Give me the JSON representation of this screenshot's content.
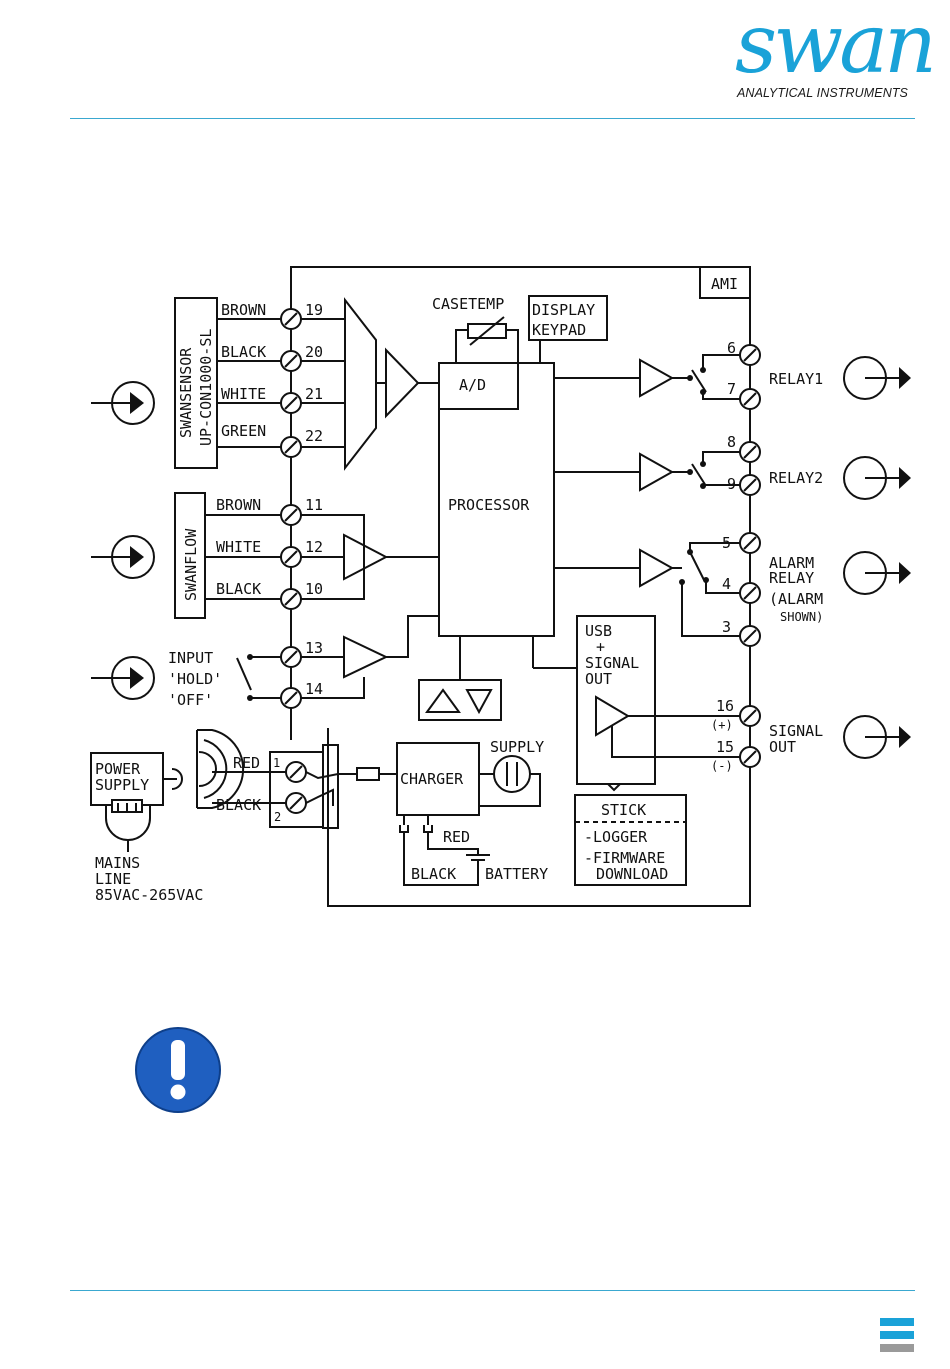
{
  "logo": {
    "wordmark": "swan",
    "subtitle": "ANALYTICAL INSTRUMENTS"
  },
  "colors": {
    "accent": "#1aa2d8",
    "rule": "#3aa8d0",
    "notice_icon": "#1f5fc0"
  },
  "diagram": {
    "box_label": "AMI",
    "casetemp": "CASETEMP",
    "display1": "DISPLAY",
    "display2": "KEYPAD",
    "ad": "A/D",
    "processor": "PROCESSOR",
    "sensor_line1": "SWANSENSOR",
    "sensor_line2": "UP-CON1000-SL",
    "sensor_wires": [
      "BROWN",
      "BLACK",
      "WHITE",
      "GREEN"
    ],
    "sensor_terms": [
      "19",
      "20",
      "21",
      "22"
    ],
    "swanflow": "SWANFLOW",
    "flow_wires": [
      "BROWN",
      "WHITE",
      "BLACK"
    ],
    "flow_terms": [
      "11",
      "12",
      "10"
    ],
    "input_lines": [
      "INPUT",
      "'HOLD'",
      "'OFF'"
    ],
    "input_terms": [
      "13",
      "14"
    ],
    "power_supply": [
      "POWER",
      "SUPPLY"
    ],
    "mains": [
      "MAINS",
      "LINE",
      "85VAC-265VAC"
    ],
    "red": "RED",
    "black": "BLACK",
    "pin1": "1",
    "pin2": "2",
    "charger": "CHARGER",
    "supply": "SUPPLY",
    "battery": "BATTERY",
    "usb_lines": [
      "USB",
      "+",
      "SIGNAL",
      "OUT"
    ],
    "stick": "STICK",
    "stick_items": [
      "-LOGGER",
      "-FIRMWARE",
      "DOWNLOAD"
    ],
    "right_terms": [
      "6",
      "7",
      "8",
      "9",
      "5",
      "4",
      "3",
      "16",
      "15"
    ],
    "relay1": "RELAY1",
    "relay2": "RELAY2",
    "alarm_lines": [
      "ALARM",
      "RELAY",
      "(ALARM",
      "SHOWN)"
    ],
    "signal_lines": [
      "SIGNAL",
      "OUT"
    ],
    "plus": "(+)",
    "minus": "(-)"
  }
}
